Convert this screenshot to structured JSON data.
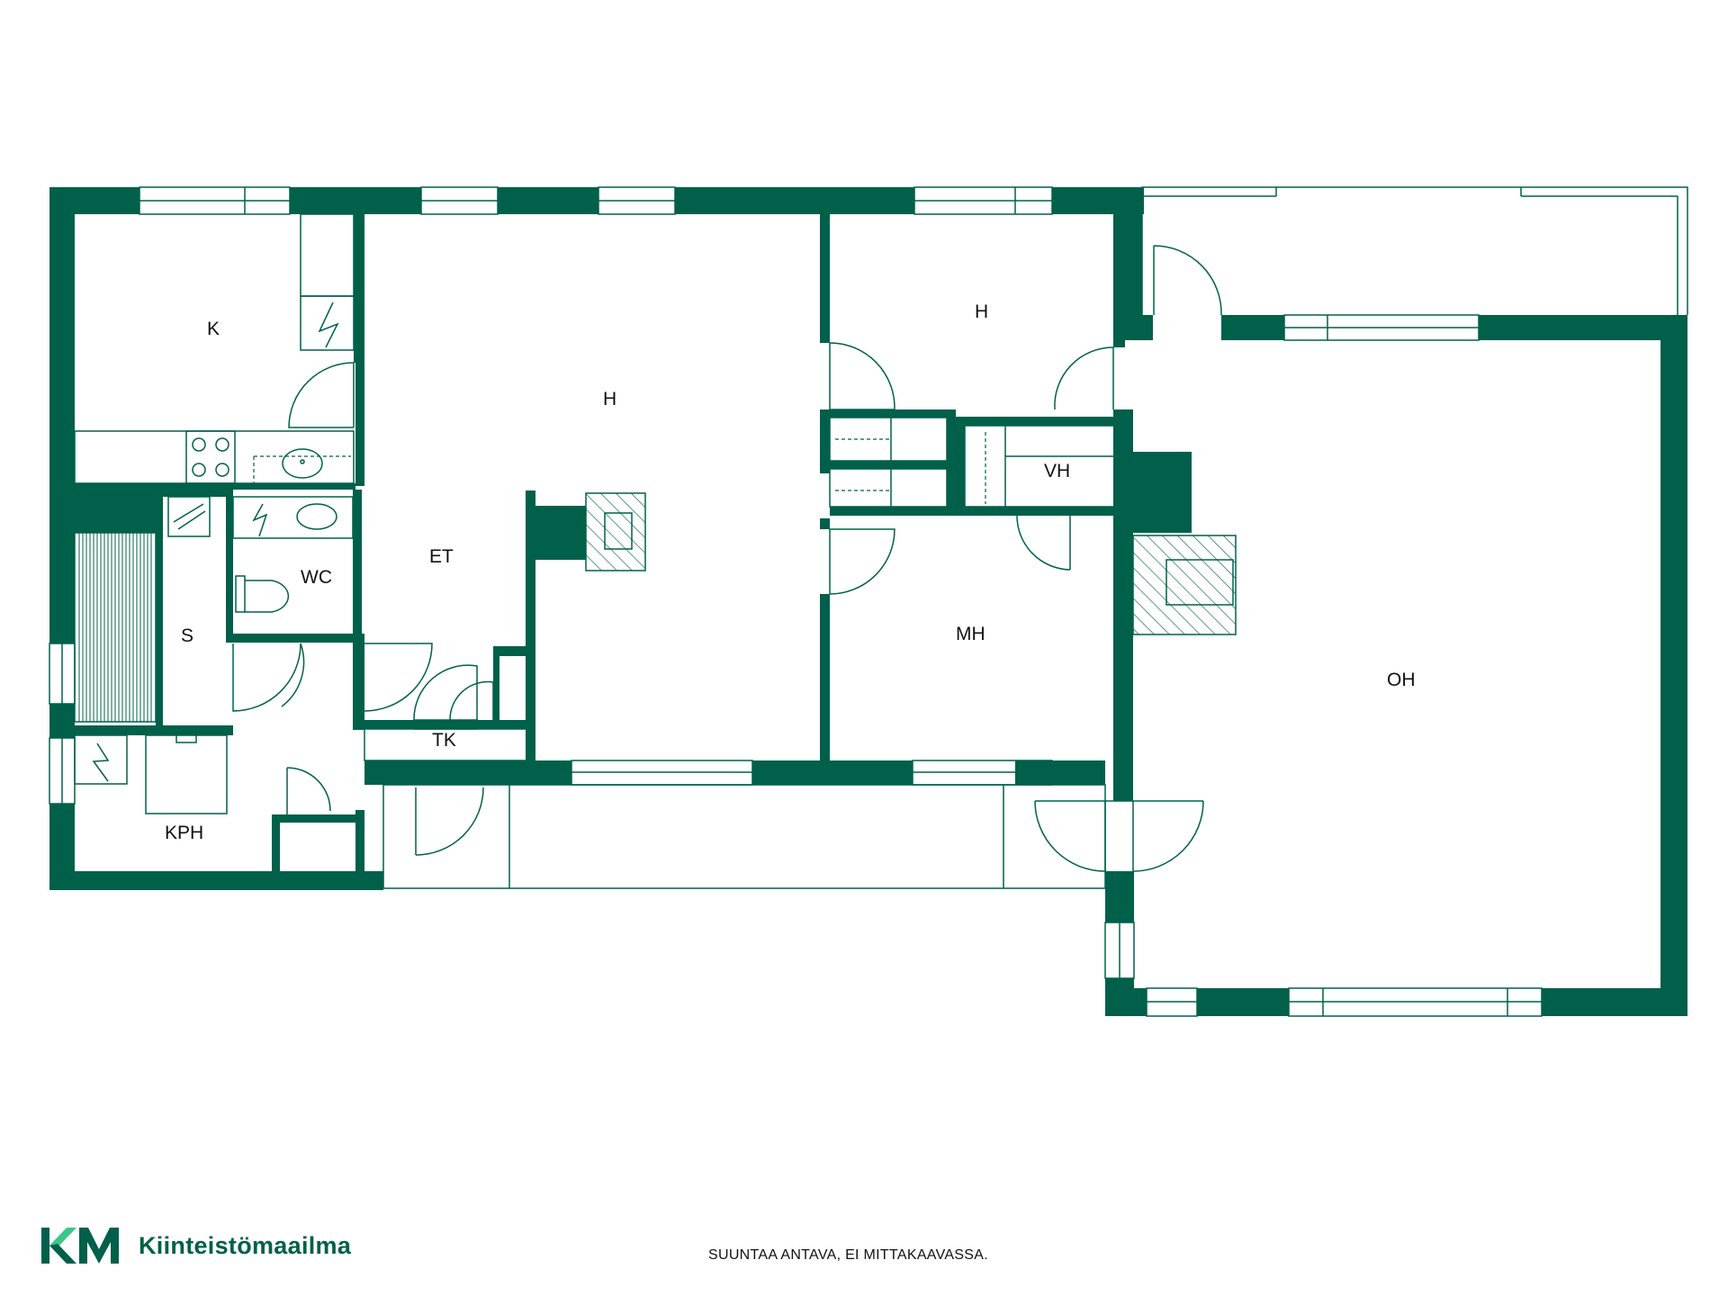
{
  "floorplan": {
    "rooms": [
      {
        "id": "k",
        "label": "K"
      },
      {
        "id": "h1",
        "label": "H"
      },
      {
        "id": "h2",
        "label": "H"
      },
      {
        "id": "vh",
        "label": "VH"
      },
      {
        "id": "et",
        "label": "ET"
      },
      {
        "id": "wc",
        "label": "WC"
      },
      {
        "id": "s",
        "label": "S"
      },
      {
        "id": "mh",
        "label": "MH"
      },
      {
        "id": "oh",
        "label": "OH"
      },
      {
        "id": "tk",
        "label": "TK"
      },
      {
        "id": "kph",
        "label": "KPH"
      }
    ],
    "wall_color": "#00604a"
  },
  "footer": {
    "disclaimer": "SUUNTAA ANTAVA, EI MITTAKAAVASSA.",
    "brand": "Kiinteistömaailma",
    "brand_mark": "KM",
    "brand_color": "#00604a",
    "brand_accent": "#3fc48a"
  }
}
